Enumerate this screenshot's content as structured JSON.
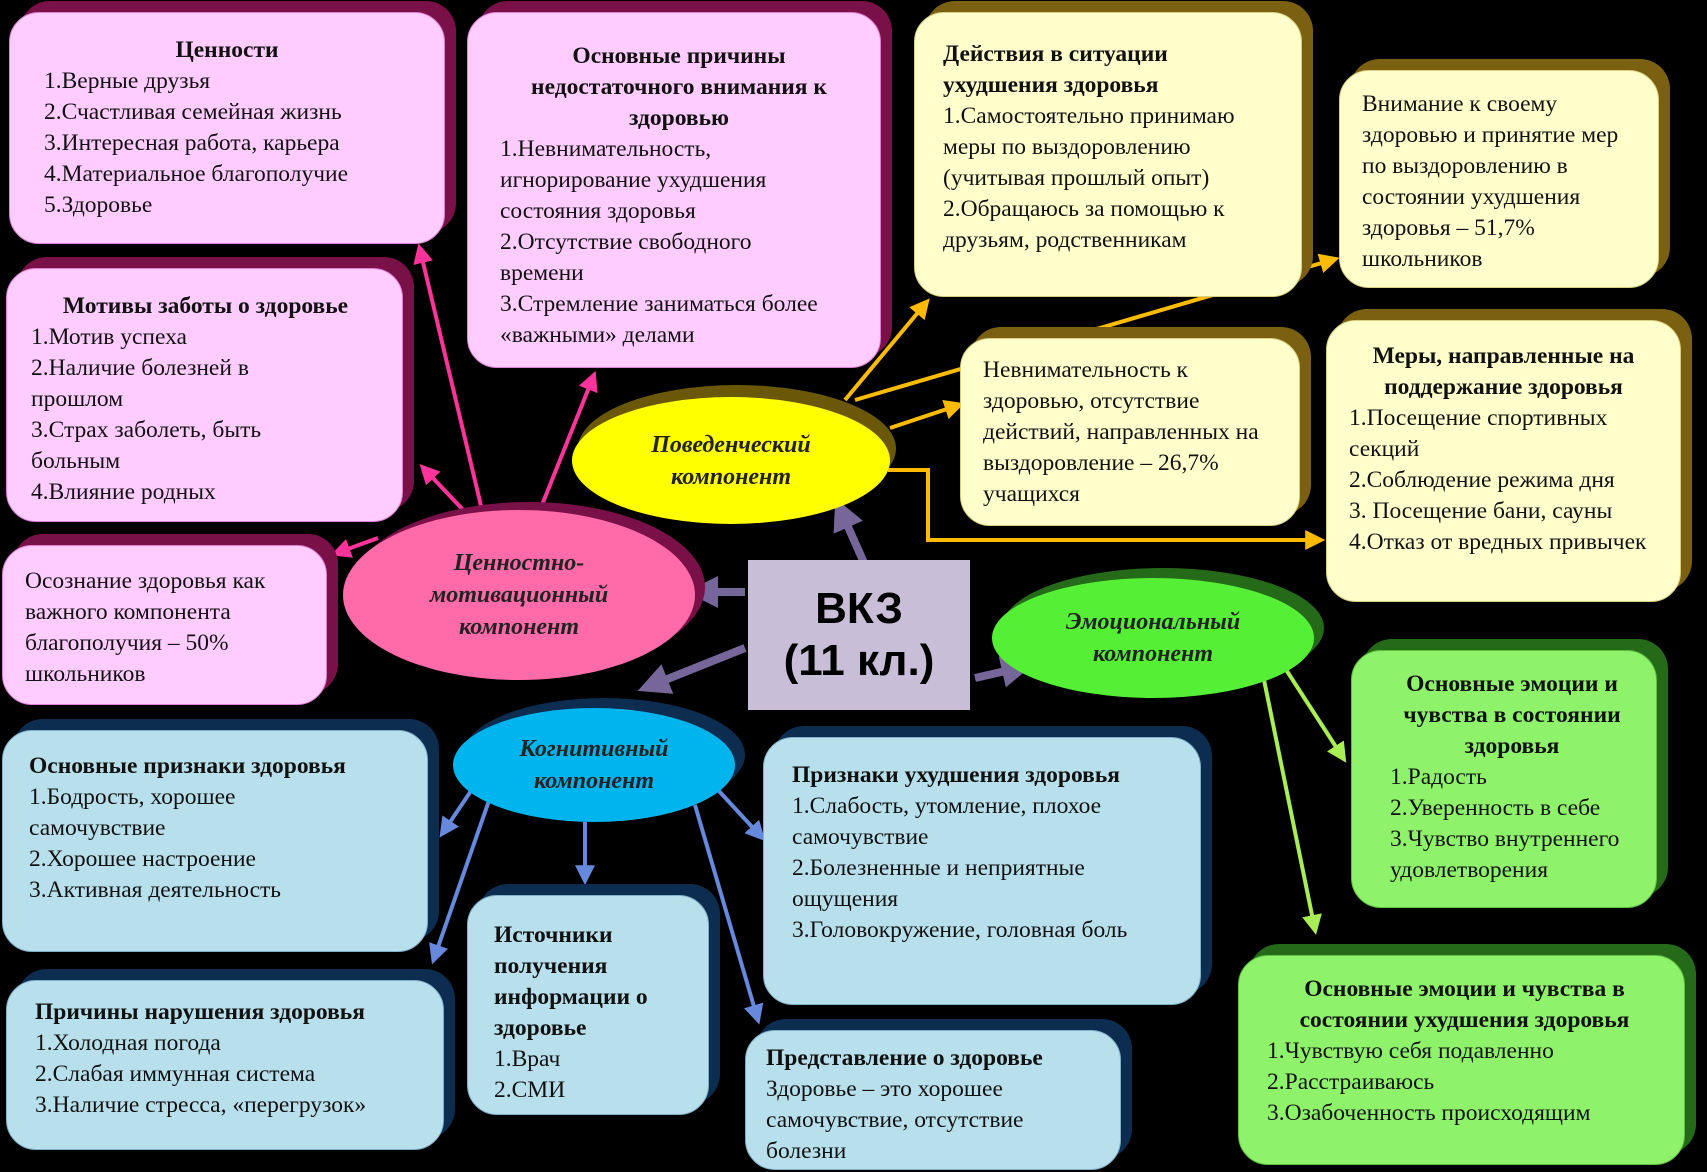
{
  "center": {
    "line1": "ВКЗ",
    "line2": "(11 кл.)"
  },
  "nodes": {
    "value_motivational": "Ценностно-\nмотивационный\nкомпонент",
    "behavioral": "Поведенческий\nкомпонент",
    "emotional": "Эмоциональный\nкомпонент",
    "cognitive": "Когнитивный\nкомпонент"
  },
  "values": {
    "title": "Ценности",
    "items": [
      "1.Верные друзья",
      "2.Счастливая семейная жизнь",
      "3.Интересная работа, карьера",
      "4.Материальное благополучие",
      "5.Здоровье"
    ]
  },
  "motives": {
    "title": "Мотивы заботы о здоровье",
    "items": [
      "1.Мотив успеха",
      "2.Наличие болезней в прошлом",
      "3.Страх заболеть, быть больным",
      "4.Влияние родных"
    ]
  },
  "awareness": {
    "text": "Осознание здоровья как важного компонента благополучия – 50% школьников"
  },
  "reasons_attention": {
    "title": "Основные причины недостаточного внимания к здоровью",
    "items": [
      "1.Невнимательность, игнорирование ухудшения состояния здоровья",
      "2.Отсутствие свободного времени",
      "3.Стремление заниматься более «важными» делами"
    ]
  },
  "actions": {
    "title": "Действия в ситуации ухудшения здоровья",
    "items": [
      "1.Самостоятельно принимаю меры по выздоровлению (учитывая прошлый опыт)",
      "2.Обращаюсь за помощью к друзьям, родственникам"
    ]
  },
  "attention_stat": {
    "text": "Внимание к своему здоровью и принятие мер по выздоровлению в состоянии ухудшения здоровья – 51,7% школьников"
  },
  "inattention_stat": {
    "text": "Невнимательность к здоровью, отсутствие действий, направленных на выздоровление – 26,7% учащихся"
  },
  "support_measures": {
    "title": "Меры, направленные на поддержание здоровья",
    "items": [
      "1.Посещение спортивных секций",
      "2.Соблюдение режима дня",
      "3. Посещение бани, сауны",
      "4.Отказ от вредных привычек"
    ]
  },
  "emotions_health": {
    "title": "Основные эмоции и чувства в состоянии здоровья",
    "items": [
      "1.Радость",
      "2.Уверенность в себе",
      "3.Чувство внутреннего удовлетворения"
    ]
  },
  "emotions_worse": {
    "title": "Основные эмоции и чувства в состоянии ухудшения здоровья",
    "items": [
      "1.Чувствую себя подавленно",
      "2.Расстраиваюсь",
      "3.Озабоченность происходящим"
    ]
  },
  "health_signs": {
    "title": "Основные признаки здоровья",
    "items": [
      "1.Бодрость, хорошее самочувствие",
      "2.Хорошее настроение",
      "3.Активная деятельность"
    ]
  },
  "worse_signs": {
    "title": "Признаки ухудшения здоровья",
    "items": [
      "1.Слабость, утомление, плохое самочувствие",
      "2.Болезненные и неприятные ощущения",
      "3.Головокружение, головная боль"
    ]
  },
  "causes": {
    "title": "Причины нарушения здоровья",
    "items": [
      "1.Холодная погода",
      "2.Слабая иммунная система",
      "3.Наличие стресса, «перегрузок»"
    ]
  },
  "sources": {
    "title": "Источники получения информации о здоровье",
    "items": [
      "1.Врач",
      "2.СМИ"
    ]
  },
  "notion": {
    "title": "Представление о здоровье",
    "text": "Здоровье – это хорошее самочувствие, отсутствие болезни"
  },
  "colors": {
    "background": "#000000",
    "pink_box": "#ffccff",
    "yellow_box": "#ffffcc",
    "blue_box": "#b8e0ec",
    "green_box": "#8ef26a",
    "arrow_pink": "#ff3399",
    "arrow_yellow": "#ffbb00",
    "arrow_blue": "#6688dd",
    "arrow_green": "#aaee55",
    "arrow_center": "#776699"
  }
}
